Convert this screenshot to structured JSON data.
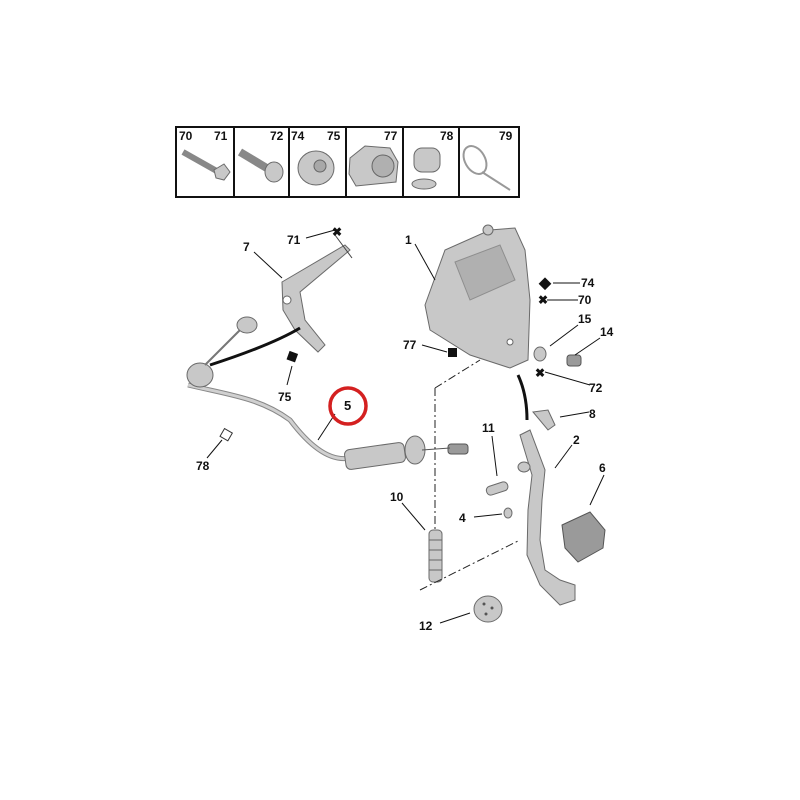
{
  "hardware_strip": [
    {
      "labels": [
        "70",
        "71"
      ],
      "item": "bolt"
    },
    {
      "labels": [
        "72"
      ],
      "item": "flanged-bolt"
    },
    {
      "labels": [
        "74",
        "75"
      ],
      "item": "flange-nut"
    },
    {
      "labels": [
        "77"
      ],
      "item": "hex-nut"
    },
    {
      "labels": [
        "78"
      ],
      "item": "clip"
    },
    {
      "labels": [
        "79"
      ],
      "item": "cable-tie"
    }
  ],
  "callouts": {
    "c1": "1",
    "c2": "2",
    "c4": "4",
    "c5": "5",
    "c6": "6",
    "c7": "7",
    "c8": "8",
    "c10": "10",
    "c11": "11",
    "c12": "12",
    "c14": "14",
    "c15": "15",
    "c70": "70",
    "c71": "71",
    "c72": "72",
    "c74": "74",
    "c75": "75",
    "c77": "77",
    "c78": "78"
  },
  "highlight": {
    "label": "5",
    "color": "#d42020"
  }
}
